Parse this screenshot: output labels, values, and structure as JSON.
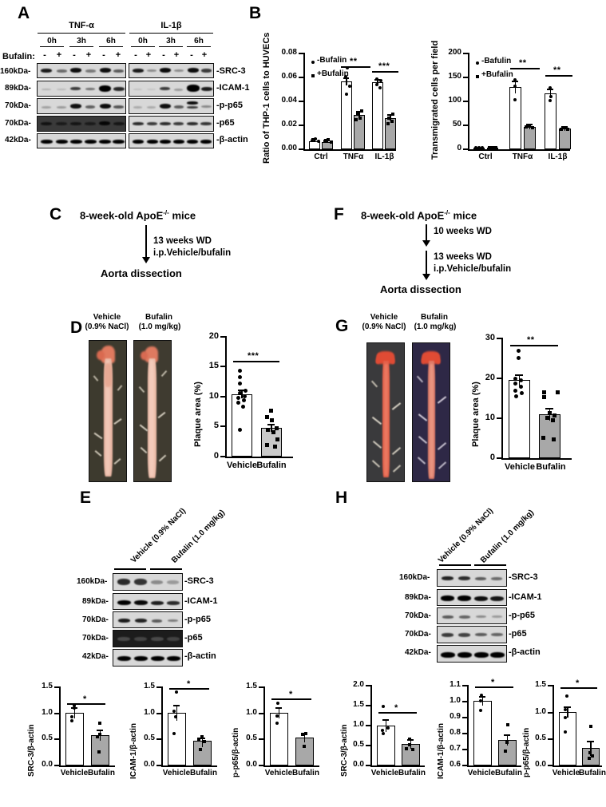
{
  "figure": {
    "panels": [
      "A",
      "B",
      "C",
      "D",
      "E",
      "F",
      "G",
      "H"
    ]
  },
  "panelA": {
    "letter": "A",
    "groups": [
      "TNF-α",
      "IL-1β"
    ],
    "timepoints": [
      "0h",
      "3h",
      "6h"
    ],
    "treatment_label": "Bufalin:",
    "treatment_signs": [
      "-",
      "+",
      "-",
      "+",
      "-",
      "+"
    ],
    "mw_labels": [
      "160kDa-",
      "89kDa-",
      "70kDa-",
      "70kDa-",
      "42kDa-"
    ],
    "protein_labels": [
      "-SRC-3",
      "-ICAM-1",
      "-p-p65",
      "-p65",
      "-β-actin"
    ]
  },
  "panelB": {
    "letter": "B",
    "chart_left": {
      "type": "bar",
      "ylabel": "Ratio of THP-1 cells to HUVECs",
      "categories": [
        "Ctrl",
        "TNFα",
        "IL-1β"
      ],
      "ylim": [
        0,
        0.08
      ],
      "yticks": [
        "0.00",
        "0.02",
        "0.04",
        "0.06",
        "0.08"
      ],
      "legend": [
        "-Bufalin",
        "+Bufalin"
      ],
      "series": [
        {
          "name": "-Bufalin",
          "values": [
            0.007,
            0.057,
            0.056
          ],
          "errors": [
            0.0008,
            0.003,
            0.002
          ],
          "points": [
            [
              0.0065,
              0.007,
              0.0075,
              0.008
            ],
            [
              0.067,
              0.06,
              0.053,
              0.047
            ],
            [
              0.06,
              0.058,
              0.055,
              0.052
            ]
          ]
        },
        {
          "name": "+Bufalin",
          "values": [
            0.0065,
            0.029,
            0.026
          ],
          "errors": [
            0.0008,
            0.0018,
            0.002
          ],
          "points": [
            [
              0.006,
              0.0068,
              0.0072,
              0.0078
            ],
            [
              0.032,
              0.03,
              0.027,
              0.026
            ],
            [
              0.03,
              0.027,
              0.025,
              0.023
            ]
          ]
        }
      ],
      "significance": [
        {
          "between": "TNFα",
          "mark": "**"
        },
        {
          "between": "IL-1β",
          "mark": "***"
        }
      ]
    },
    "chart_right": {
      "type": "bar",
      "ylabel": "Transmigrated cells per field",
      "categories": [
        "Ctrl",
        "TNFα",
        "IL-1β"
      ],
      "ylim": [
        0,
        200
      ],
      "yticks": [
        "0",
        "50",
        "100",
        "150",
        "200"
      ],
      "legend": [
        "-Bafulin",
        "+Bufalin"
      ],
      "series": [
        {
          "name": "-Bafulin",
          "values": [
            3,
            129,
            116
          ],
          "errors": [
            1,
            14,
            11
          ],
          "points": [
            [
              2,
              3,
              4
            ],
            [
              155,
              130,
              100
            ],
            [
              135,
              112,
              105
            ]
          ]
        },
        {
          "name": "+Bufalin",
          "values": [
            3,
            47,
            44
          ],
          "errors": [
            1,
            3,
            2
          ],
          "points": [
            [
              2,
              3,
              4
            ],
            [
              50,
              47,
              45
            ],
            [
              46,
              44,
              42
            ]
          ]
        }
      ],
      "significance": [
        {
          "between": "TNFα",
          "mark": "**"
        },
        {
          "between": "IL-1β",
          "mark": "**"
        }
      ]
    }
  },
  "panelC": {
    "letter": "C",
    "start": "8-week-old ApoE-/- mice",
    "start_sup": "-/-",
    "step1": [
      "13 weeks WD",
      "i.p.Vehicle/bufalin"
    ],
    "end": "Aorta dissection"
  },
  "panelD": {
    "letter": "D",
    "image_titles": [
      {
        "line1": "Vehicle",
        "line2": "(0.9% NaCl)"
      },
      {
        "line1": "Bufalin",
        "line2": "(1.0 mg/kg)"
      }
    ],
    "chart": {
      "type": "bar",
      "ylabel": "Plaque area (%)",
      "categories": [
        "Vehicle",
        "Bufalin"
      ],
      "ylim": [
        0,
        20
      ],
      "yticks": [
        "0",
        "5",
        "10",
        "15",
        "20"
      ],
      "values": [
        10.3,
        4.8
      ],
      "errors": [
        0.75,
        0.7
      ],
      "points_vehicle": [
        14.3,
        13.2,
        12.2,
        10.7,
        10.4,
        10.1,
        9.8,
        9.6,
        9.3,
        8.6,
        4.7
      ],
      "points_bufalin": [
        8.0,
        6.9,
        6.5,
        4.8,
        4.6,
        4.4,
        3.3,
        2.2,
        1.9
      ],
      "significance": "***"
    }
  },
  "panelE": {
    "letter": "E",
    "col_titles": [
      "Vehicle (0.9% NaCl)",
      "Bufalin (1.0 mg/kg)"
    ],
    "mw_labels": [
      "160kDa-",
      "89kDa-",
      "70kDa-",
      "70kDa-",
      "42kDa-"
    ],
    "protein_labels": [
      "-SRC-3",
      "-ICAM-1",
      "-p-p65",
      "-p65",
      "-β-actin"
    ],
    "charts": [
      {
        "type": "bar",
        "ylabel": "SRC-3/β-actin",
        "categories": [
          "Vehicle",
          "Bufalin"
        ],
        "ylim": [
          0.0,
          1.5
        ],
        "yticks": [
          "0.0",
          "0.5",
          "1.0",
          "1.5"
        ],
        "values": [
          1.0,
          0.58
        ],
        "errors": [
          0.1,
          0.11
        ],
        "points_vehicle": [
          1.16,
          1.12,
          0.96,
          0.88
        ],
        "points_bufalin": [
          0.83,
          0.62,
          0.58,
          0.29
        ],
        "significance": "*"
      },
      {
        "type": "bar",
        "ylabel": "ICAM-1/β-actin",
        "categories": [
          "Vehicle",
          "Bufalin"
        ],
        "ylim": [
          0.0,
          1.5
        ],
        "yticks": [
          "0.0",
          "0.5",
          "1.0",
          "1.5"
        ],
        "values": [
          1.0,
          0.47
        ],
        "errors": [
          0.15,
          0.06
        ],
        "points_vehicle": [
          1.41,
          1.07,
          0.97,
          0.64
        ],
        "points_bufalin": [
          0.55,
          0.52,
          0.48,
          0.34
        ],
        "significance": "*"
      },
      {
        "type": "bar",
        "ylabel": "p-p65/β-actin",
        "categories": [
          "Vehicle",
          "Bufalin"
        ],
        "ylim": [
          0.0,
          1.5
        ],
        "yticks": [
          "0.0",
          "0.5",
          "1.0",
          "1.5"
        ],
        "values": [
          1.0,
          0.53
        ],
        "errors": [
          0.11,
          0.08
        ],
        "points_vehicle": [
          1.21,
          0.97,
          0.83
        ],
        "points_bufalin": [
          0.62,
          0.6,
          0.37
        ],
        "significance": "*"
      }
    ]
  },
  "panelF": {
    "letter": "F",
    "start": "8-week-old ApoE-/- mice",
    "step1": [
      "10 weeks WD"
    ],
    "step2": [
      "13 weeks WD",
      "i.p.Vehicle/bufalin"
    ],
    "end": "Aorta dissection"
  },
  "panelG": {
    "letter": "G",
    "image_titles": [
      {
        "line1": "Vehicle",
        "line2": "(0.9% NaCl)"
      },
      {
        "line1": "Bufalin",
        "line2": "(1.0 mg/kg)"
      }
    ],
    "chart": {
      "type": "bar",
      "ylabel": "Plaque area (%)",
      "categories": [
        "Vehicle",
        "Bufalin"
      ],
      "ylim": [
        0,
        30
      ],
      "yticks": [
        "0",
        "10",
        "20",
        "30"
      ],
      "values": [
        19.6,
        11.0
      ],
      "errors": [
        1.4,
        1.6
      ],
      "points_vehicle": [
        27.2,
        25.4,
        20.1,
        19.6,
        19.2,
        18.5,
        17.6,
        16.9,
        16.2
      ],
      "points_bufalin": [
        16.8,
        16.1,
        15.5,
        10.9,
        10.4,
        9.9,
        9.5,
        5.0,
        4.6
      ],
      "significance": "**"
    }
  },
  "panelH": {
    "letter": "H",
    "col_titles": [
      "Vehicle (0.9% NaCl)",
      "Bufalin (1.0 mg/kg)"
    ],
    "mw_labels": [
      "160kDa-",
      "89kDa-",
      "70kDa-",
      "70kDa-",
      "42kDa-"
    ],
    "protein_labels": [
      "-SRC-3",
      "-ICAM-1",
      "-p-p65",
      "-p65",
      "-β-actin"
    ],
    "charts": [
      {
        "type": "bar",
        "ylabel": "SRC-3/β-actin",
        "categories": [
          "Vehicle",
          "Bufalin"
        ],
        "ylim": [
          0.0,
          2.0
        ],
        "yticks": [
          "0.0",
          "0.5",
          "1.0",
          "1.5",
          "2.0"
        ],
        "values": [
          1.0,
          0.54
        ],
        "errors": [
          0.16,
          0.07
        ],
        "points_vehicle": [
          1.52,
          0.94,
          0.84,
          0.77
        ],
        "points_bufalin": [
          0.66,
          0.58,
          0.46,
          0.44
        ],
        "significance": "*"
      },
      {
        "type": "bar",
        "ylabel": "ICAM-1/β-actin",
        "categories": [
          "Vehicle",
          "Bufalin"
        ],
        "ylim": [
          0.6,
          1.1
        ],
        "yticks": [
          "0.6",
          "0.7",
          "0.8",
          "0.9",
          "1.0",
          "1.1"
        ],
        "values": [
          1.0,
          0.755
        ],
        "errors": [
          0.028,
          0.035
        ],
        "points_vehicle": [
          1.035,
          1.0,
          0.94
        ],
        "points_bufalin": [
          0.85,
          0.735,
          0.7
        ],
        "significance": "*"
      },
      {
        "type": "bar",
        "ylabel": "p-p65/β-actin",
        "categories": [
          "Vehicle",
          "Bufalin"
        ],
        "ylim": [
          0.0,
          1.5
        ],
        "yticks": [
          "0.0",
          "0.5",
          "1.0",
          "1.5"
        ],
        "values": [
          1.0,
          0.33
        ],
        "errors": [
          0.11,
          0.14
        ],
        "points_vehicle": [
          1.34,
          1.09,
          0.94,
          0.67
        ],
        "points_bufalin": [
          0.78,
          0.27,
          0.22,
          0.17
        ],
        "significance": "*"
      }
    ]
  },
  "colors": {
    "bar_open": "#ffffff",
    "bar_filled": "#a8a8a8",
    "axis": "#000000",
    "blot_bg": "#d8d8d8",
    "aorta_bg_olive": "#3d3a2e",
    "aorta_bg_gray": "#3a3a3c",
    "aorta_bg_purple": "#2e2846",
    "aorta_tissue_pink": "#e8b5a4",
    "aorta_tissue_red": "#e35b43"
  }
}
